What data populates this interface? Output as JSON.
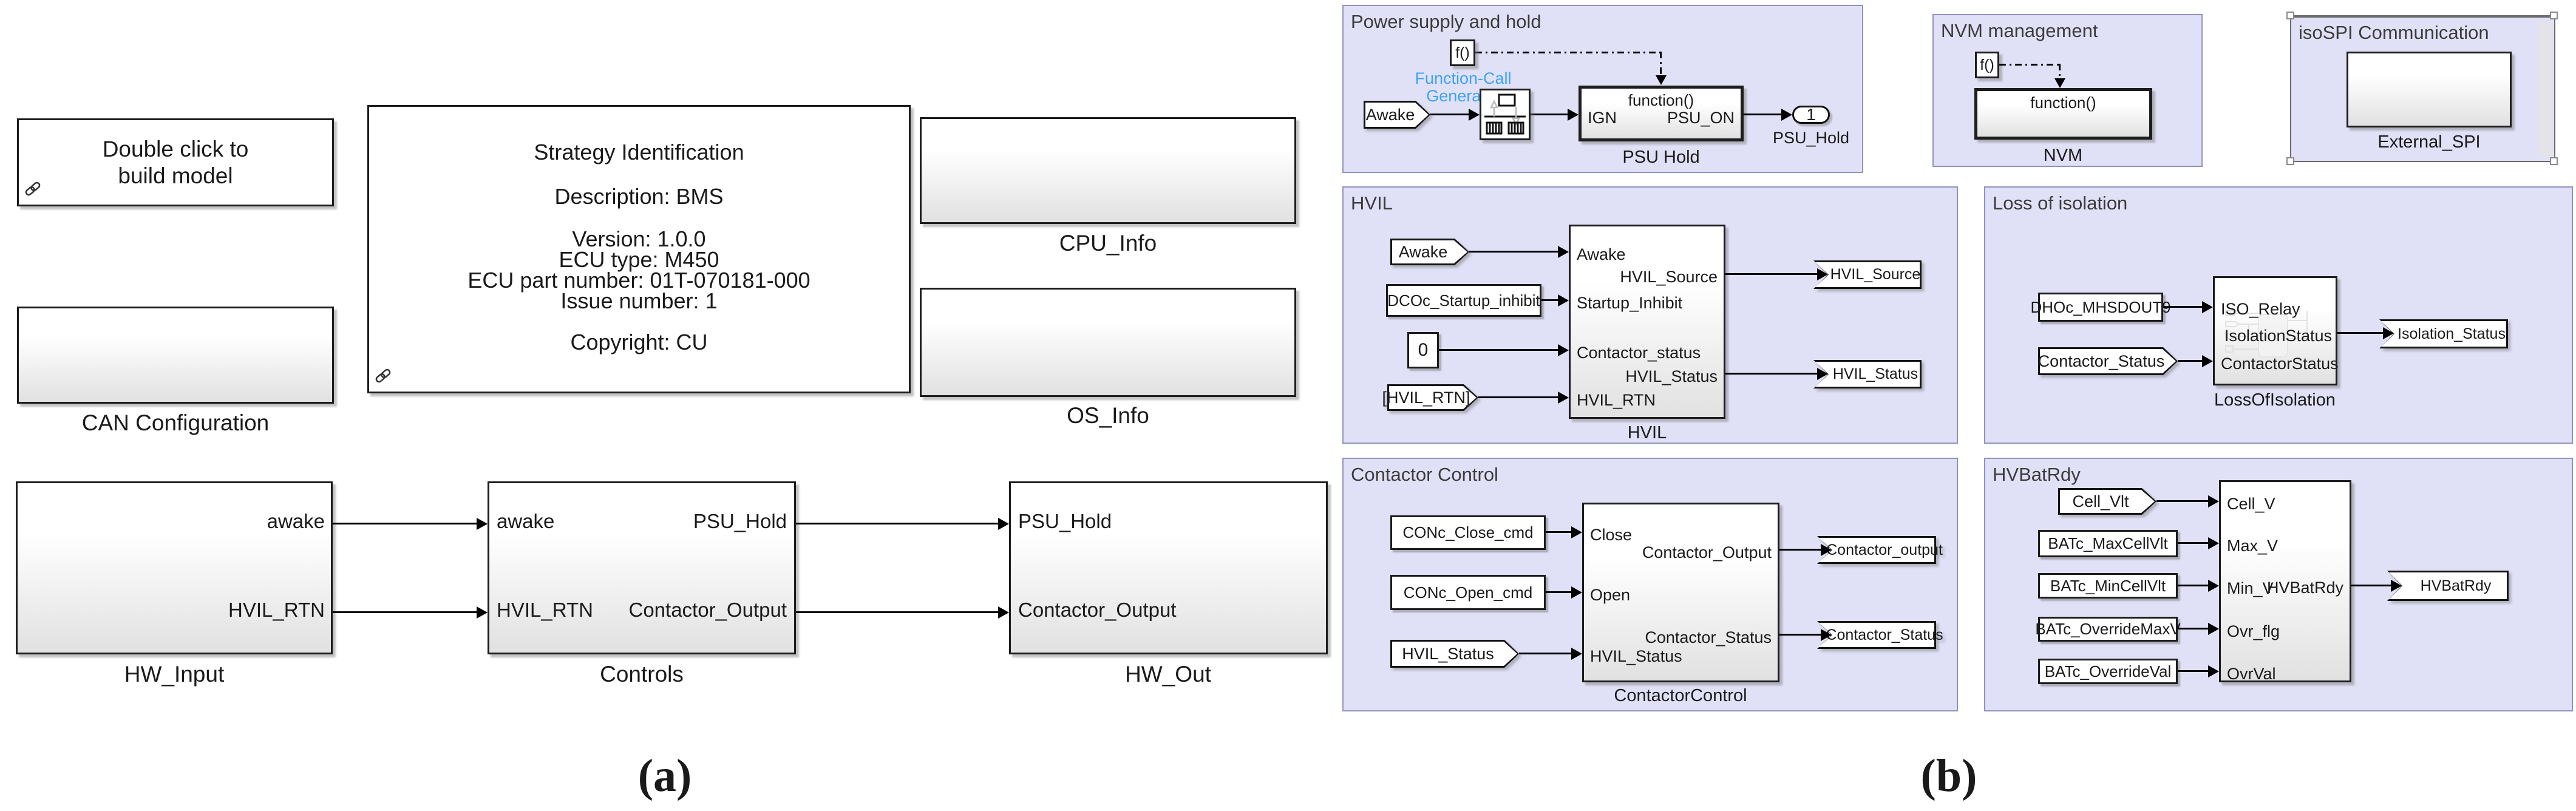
{
  "colors": {
    "area_bg": "#e0e1f7",
    "area_border": "#9193c0",
    "fcg_blue": "#3fa3f2"
  },
  "panel_a": {
    "caption": "(a)",
    "build_block": {
      "line1": "Double click to",
      "line2": "build model"
    },
    "can_block": {
      "label": "CAN Configuration"
    },
    "strategy_block": {
      "title": "Strategy Identification",
      "description": "Description: BMS",
      "version": "Version: 1.0.0",
      "ecu_type": "ECU type: M450",
      "ecu_part": "ECU part number: 01T-070181-000",
      "issue": "Issue number: 1",
      "copyright": "Copyright: CU"
    },
    "cpu_block": {
      "label": "CPU_Info"
    },
    "os_block": {
      "label": "OS_Info"
    },
    "hw_input": {
      "label": "HW_Input",
      "out1": "awake",
      "out2": "HVIL_RTN"
    },
    "controls": {
      "label": "Controls",
      "in1": "awake",
      "in2": "HVIL_RTN",
      "out1": "PSU_Hold",
      "out2": "Contactor_Output"
    },
    "hw_out": {
      "label": "HW_Out",
      "in1": "PSU_Hold",
      "in2": "Contactor_Output"
    }
  },
  "panel_b": {
    "caption": "(b)",
    "power": {
      "title": "Power supply and hold",
      "fcall": "f()",
      "fcg_line1": "Function-Call",
      "fcg_line2": "Generator",
      "awake": "Awake",
      "fn": "function()",
      "in1": "IGN",
      "out1": "PSU_ON",
      "sys": "PSU Hold",
      "port_num": "1",
      "port_label": "PSU_Hold"
    },
    "nvm": {
      "title": "NVM management",
      "fcall": "f()",
      "fn": "function()",
      "sys": "NVM"
    },
    "isospi": {
      "title": "isoSPI Communication",
      "sys": "External_SPI"
    },
    "hvil": {
      "title": "HVIL",
      "in1": "Awake",
      "in2": "DCOc_Startup_inhibit",
      "in3": "0",
      "in4": "[HVIL_RTN]",
      "p1": "Awake",
      "p2": "Startup_Inhibit",
      "p3": "Contactor_status",
      "p4": "HVIL_RTN",
      "q1": "HVIL_Source",
      "q2": "HVIL_Status",
      "sys": "HVIL",
      "out1": "HVIL_Source",
      "out2": "HVIL_Status"
    },
    "loss": {
      "title": "Loss of isolation",
      "in1": "DHOc_MHSDOUT9",
      "in2": "Contactor_Status",
      "p1": "ISO_Relay",
      "p2": "ContactorStatus",
      "q1": "IsolationStatus",
      "sys": "LossOfIsolation",
      "out1": "Isolation_Status"
    },
    "contactor": {
      "title": "Contactor Control",
      "in1": "CONc_Close_cmd",
      "in2": "CONc_Open_cmd",
      "in3": "HVIL_Status",
      "p1": "Close",
      "p2": "Open",
      "p3": "HVIL_Status",
      "q1": "Contactor_Output",
      "q2": "Contactor_Status",
      "sys": "ContactorControl",
      "out1": "Contactor_output",
      "out2": "Contactor_Status"
    },
    "hvbat": {
      "title": "HVBatRdy",
      "in1": "Cell_Vlt",
      "in2": "BATc_MaxCellVlt",
      "in3": "BATc_MinCellVlt",
      "in4": "BATc_OverrideMaxV",
      "in5": "BATc_OverrideVal",
      "p1": "Cell_V",
      "p2": "Max_V",
      "p3": "Min_V",
      "p4": "Ovr_flg",
      "p5": "OvrVal",
      "q1": "HVBatRdy",
      "out1": "HVBatRdy"
    }
  }
}
